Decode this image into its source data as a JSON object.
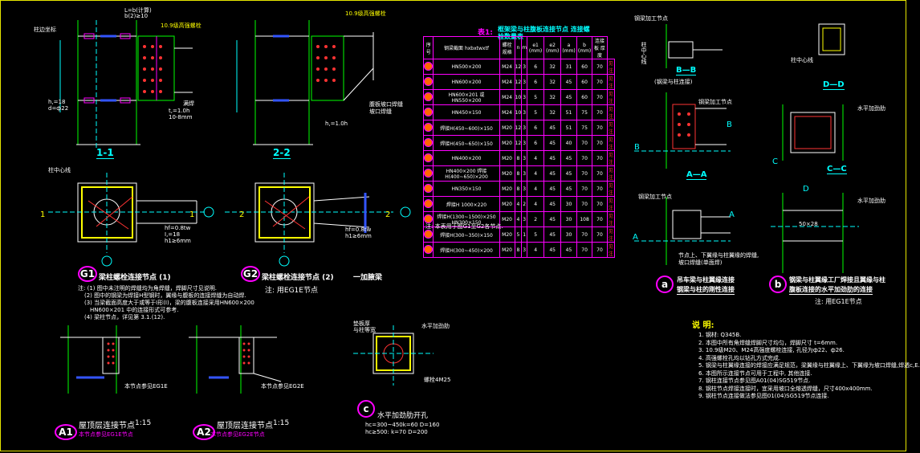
{
  "drawing": {
    "border_color": "#e6e600",
    "colors": {
      "structure": "#00ff00",
      "section": "#ffff00",
      "dim": "#00ffff",
      "note": "#ffffff",
      "table": "#ff00ff",
      "bolt": "#ff3333"
    },
    "g1": {
      "dim_top1": "L=b(计算)",
      "dim_top2": "b(2)≥10",
      "bolt_label": "10.9级高强螺栓",
      "label_left1": "柱边坐标",
      "label_right": "满焊",
      "label_bot1": "h,=18",
      "label_bot2": "d=ф22",
      "label_bot3": "t,=1.0h",
      "label_bot4": "10-8mm",
      "section_label": "1-1",
      "plan_label": "柱中心线",
      "plan_left": "1",
      "plan_right": "1",
      "plan_note1": "hf=0.8tw",
      "plan_note2": "I,=18",
      "plan_note3": "h1≥6mm",
      "badge": "G1",
      "title": "梁柱螺栓连接节点 (1)",
      "notes": [
        "注: (1) 图中未注明的焊缝均为角焊缝，焊脚尺寸见说明.",
        "(2) 图中的钢梁为焊接H型钢时，翼缘与腹板的连接焊缝为自动焊.",
        "(3) 当梁截面高度大于或等于Ⅰ形(Ⅰ)，梁的腹板连接采用HN600×200",
        "HN600×201 中的连接形式可参考.",
        "(4) 梁柱节点，详见第 3.1.(12)."
      ]
    },
    "g2": {
      "bolt_label": "10.9级高强螺栓",
      "label_right1": "腹板坡口焊缝",
      "label_right2": "坡口焊缝",
      "label_bot1": "h,=1.0h",
      "section_label": "2-2",
      "plan_left": "2",
      "plan_right": "2",
      "plan_note1": "hf=0.8tw",
      "plan_note2": "h1≥6mm",
      "badge": "G2",
      "title": "梁柱螺栓连接节点 (2)",
      "title_tail": "一加腋梁",
      "note": "注: 用EG1E节点"
    },
    "table": {
      "caption_no": "表1:",
      "caption": "框架梁与柱腹板连接节点 连接螺栓数量表",
      "headers": [
        "序号",
        "钢梁截面 hxbxtwxtf",
        "螺栓 规格",
        "n",
        "m",
        "e1 (mm)",
        "e2 (mm)",
        "a (mm)",
        "b (mm)",
        "连接板 厚度"
      ],
      "rows": [
        [
          "HN500×200",
          "M24",
          "12",
          "3",
          "6",
          "32",
          "31",
          "60",
          "70",
          "见注"
        ],
        [
          "HN600×200",
          "M24",
          "12",
          "3",
          "6",
          "32",
          "45",
          "60",
          "70",
          "见注"
        ],
        [
          "HN600×201 或 HN550×200",
          "M24",
          "10",
          "3",
          "5",
          "32",
          "45",
          "60",
          "70",
          "见注"
        ],
        [
          "HN450×150",
          "M24",
          "10",
          "3",
          "5",
          "32",
          "51",
          "75",
          "70",
          "见注"
        ],
        [
          "焊接H(450~600)×150",
          "M20",
          "12",
          "3",
          "6",
          "45",
          "51",
          "75",
          "70",
          "见注"
        ],
        [
          "焊接H(450~650)×150",
          "M20",
          "12",
          "3",
          "6",
          "45",
          "40",
          "70",
          "70",
          "见注"
        ],
        [
          "HN400×200",
          "M20",
          "8",
          "3",
          "4",
          "45",
          "45",
          "70",
          "70",
          "见注"
        ],
        [
          "HN400×200 焊接H(400~650)×200",
          "M20",
          "8",
          "3",
          "4",
          "45",
          "45",
          "70",
          "70",
          "见注"
        ],
        [
          "HN350×150",
          "M20",
          "8",
          "3",
          "4",
          "45",
          "45",
          "70",
          "70",
          "见注"
        ],
        [
          "焊接H 1000×220",
          "M20",
          "4",
          "2",
          "4",
          "45",
          "30",
          "70",
          "70",
          "见注"
        ],
        [
          "焊接H(1300~1500)×250 HN300×150",
          "M20",
          "4",
          "3",
          "2",
          "45",
          "30",
          "108",
          "70",
          "见注"
        ],
        [
          "焊接H(300~350)×150",
          "M20",
          "5",
          "1",
          "5",
          "45",
          "30",
          "70",
          "70",
          "见注"
        ],
        [
          "焊接H(300~450)×200",
          "M20",
          "8",
          "3",
          "4",
          "45",
          "45",
          "70",
          "70",
          "见注"
        ]
      ],
      "footnote": "注: 本表用于图G1至G2各节点."
    },
    "detail_a": {
      "label_top": "钢梁加工节点",
      "label_axis": "柱中心线",
      "section_bb": "B—B",
      "note_bb": "(钢梁与柱连接)",
      "axis_b_left": "B",
      "axis_b_right": "B",
      "label_aa_top": "钢梁加工节点",
      "section_aa": "A—A",
      "axis_a_left": "A",
      "axis_a_right": "A",
      "label_bottom1": "钢梁加工节点",
      "label_bottom2": "节点上、下翼缘与柱翼缘的焊缝,",
      "label_bottom3": "坡口焊缝(单面焊)",
      "badge": "a",
      "title1": "吊车梁与柱翼缘连接",
      "title2": "钢梁与柱的刚性连接"
    },
    "detail_b": {
      "section_dd": "D—D",
      "label1": "柱中心线",
      "label2": "水平加劲肋",
      "section_cc": "C—C",
      "label3": "水平加劲肋",
      "label4": "50×28",
      "axis_c": "C",
      "axis_d": "D",
      "badge": "b",
      "title1": "钢梁与柱翼缘工厂焊接且翼缘与柱",
      "title2": "腹板连接的水平加劲肋的连接",
      "note": "注: 用EG1E节点"
    },
    "a1": {
      "badge": "A1",
      "title": "屋顶层连接节点",
      "scale": "1:15",
      "sub": "本节点参见EG1E节点",
      "inner": "本节点参见EG1E"
    },
    "a2": {
      "badge": "A2",
      "title": "屋顶层连接节点",
      "scale": "1:15",
      "sub": "本节点参见EG2E节点",
      "inner": "本节点参见EG2E"
    },
    "detail_c": {
      "label1": "垫板厚",
      "label2": "与柱等宽",
      "label3": "水平加劲肋",
      "label4": "螺栓4M25",
      "badge": "c",
      "title": "水平加劲肋开孔",
      "dims1": "hc=300~450k=60  D=160",
      "dims2": "hc≥500:   k=70  D=200"
    },
    "notes": {
      "heading": "说 明:",
      "items": [
        "1. 钢材: Q345B.",
        "2. 本图中所有角焊缝焊脚尺寸均匀，焊脚尺寸 t=6mm.",
        "3. 10.9级M20、M24高强度螺栓连接, 孔径为ф22、ф26.",
        "4. 高强螺栓孔均以钻孔方式完成.",
        "5. 钢梁与柱翼缘连接的焊接应满足规范，梁翼缘与柱翼缘上、下翼缘为坡口焊缝,焊透c,E.",
        "6. 本图所示连接节点可用于工程中, 其他连接.",
        "7. 钢柱连接节点参见图A01(04)SG519节点.",
        "8. 钢柱节点焊接连接时，宜采用坡口全熔透焊缝，尺寸400x400mm.",
        "9. 钢柱节点连接做法参见图01(04)SG519节点连接."
      ]
    }
  }
}
